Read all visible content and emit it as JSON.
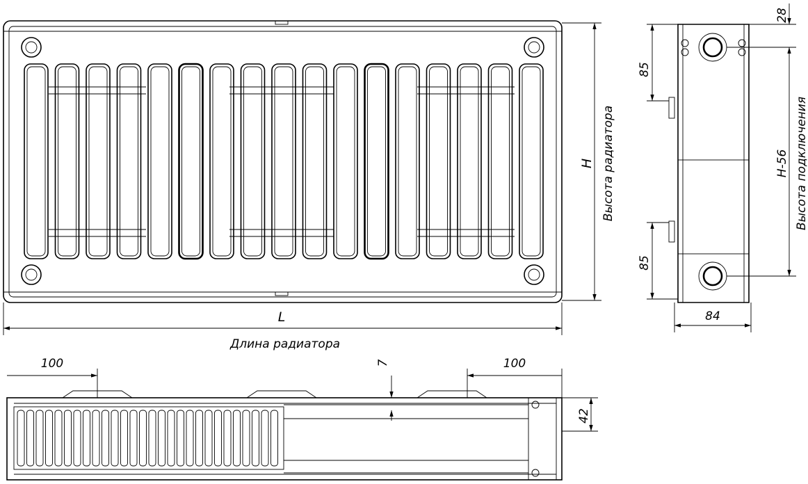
{
  "front_view": {
    "height_symbol": "H",
    "height_label": "Высота радиатора",
    "length_symbol": "L",
    "length_label": "Длина радиатора"
  },
  "side_view": {
    "top_offset": "85",
    "bottom_offset": "85",
    "top_margin": "28",
    "connection_height": "H-56",
    "connection_label": "Высота подключения",
    "depth": "84"
  },
  "top_view": {
    "left_offset": "100",
    "right_offset": "100",
    "gap": "7",
    "height": "42"
  }
}
